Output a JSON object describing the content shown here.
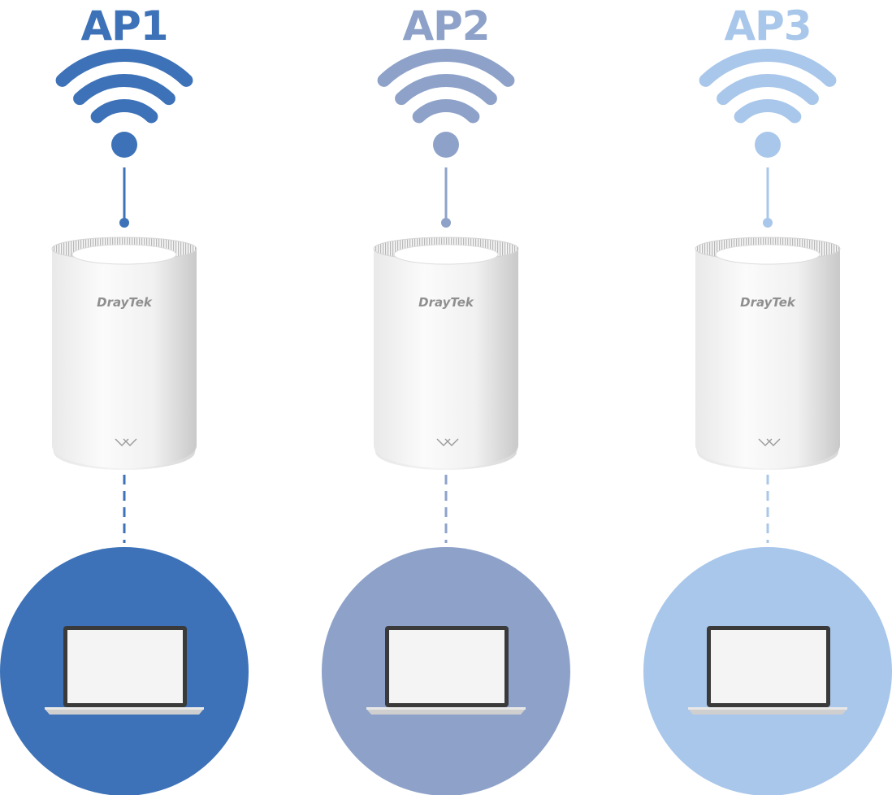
{
  "colors": {
    "background": "#ffffff",
    "device_body": "#f2f2f2",
    "device_edge": "#cfcfcf",
    "laptop_frame": "#3a3a3a",
    "laptop_screen": "#f4f4f4"
  },
  "access_points": [
    {
      "label": "AP1",
      "brand": "DrayTek",
      "color": "#3d72b8",
      "icons": [
        "wifi-icon",
        "access-point-device",
        "laptop-icon"
      ]
    },
    {
      "label": "AP2",
      "brand": "DrayTek",
      "color": "#8ea2c9",
      "icons": [
        "wifi-icon",
        "access-point-device",
        "laptop-icon"
      ]
    },
    {
      "label": "AP3",
      "brand": "DrayTek",
      "color": "#a9c7ea",
      "icons": [
        "wifi-icon",
        "access-point-device",
        "laptop-icon"
      ]
    }
  ]
}
